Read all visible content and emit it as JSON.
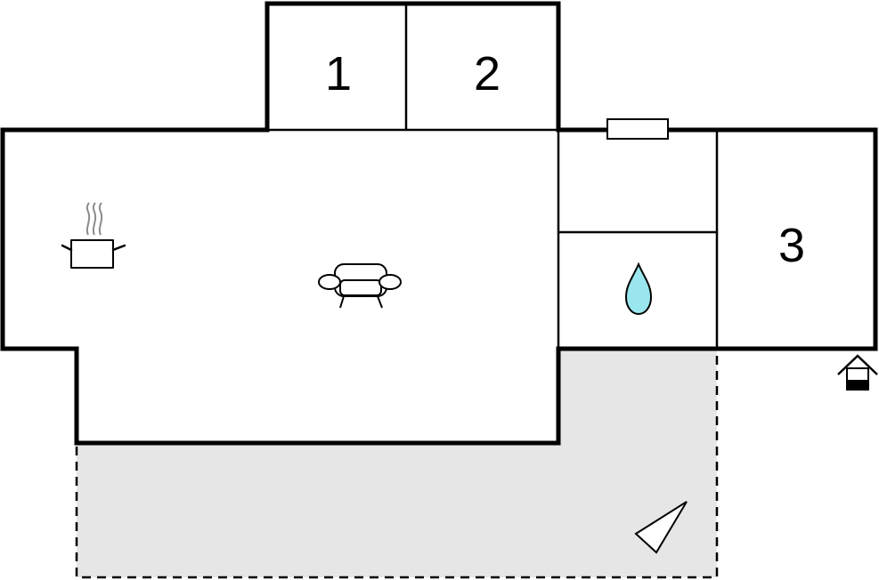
{
  "floorplan": {
    "rooms": [
      {
        "id": "bedroom-1",
        "number": "1"
      },
      {
        "id": "bedroom-2",
        "number": "2"
      },
      {
        "id": "bedroom-3",
        "number": "3"
      }
    ],
    "icons": {
      "kitchen": "cooking-pot-icon",
      "living": "sofa-icon",
      "bathroom": "water-drop-icon",
      "entrance": "house-entrance-icon",
      "terrace": "terrace-flag-icon",
      "window": "window-icon"
    },
    "colors": {
      "walls": "#000000",
      "terrace_fill": "#e6e6e6",
      "water_drop": "#99e6ee",
      "steam": "#8c8c8c"
    }
  }
}
